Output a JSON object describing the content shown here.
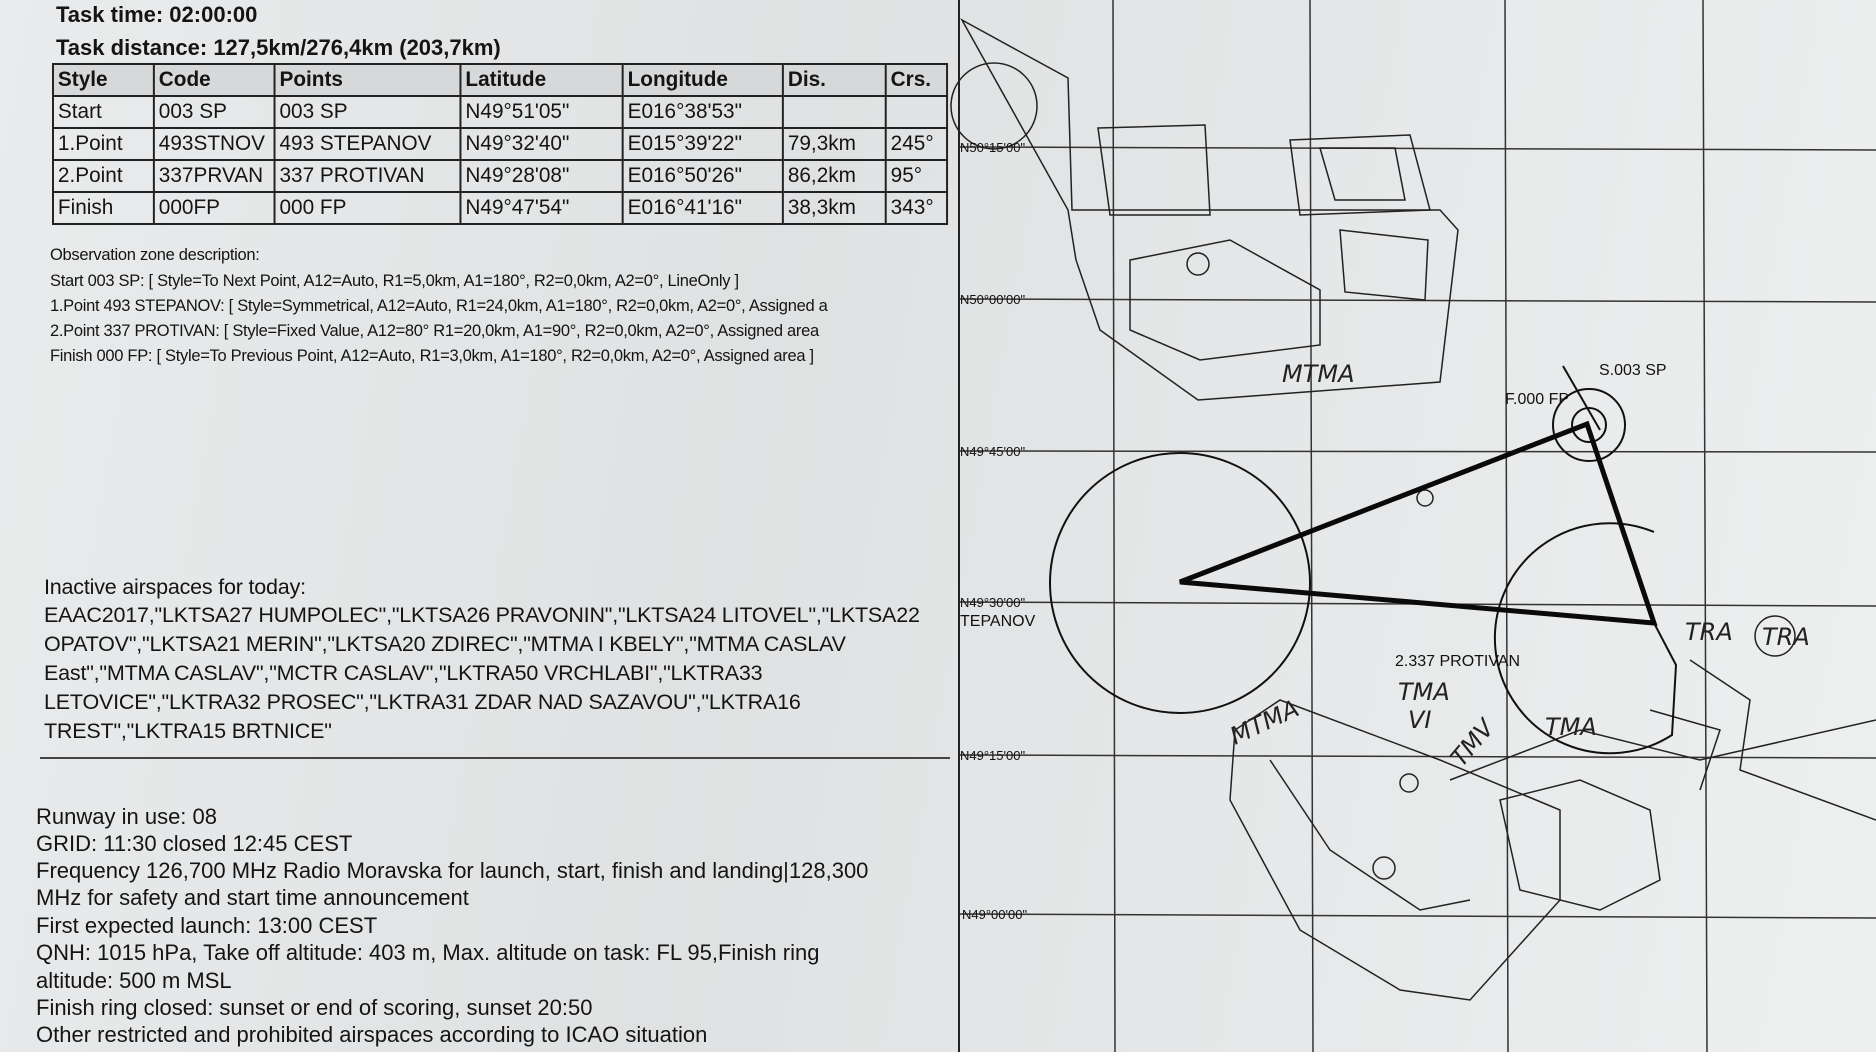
{
  "task": {
    "time": "Task time: 02:00:00",
    "distance": "Task distance: 127,5km/276,4km (203,7km)"
  },
  "table": {
    "headers": [
      "Style",
      "Code",
      "Points",
      "Latitude",
      "Longitude",
      "Dis.",
      "Crs."
    ],
    "rows": [
      [
        "Start",
        "003 SP",
        "003 SP",
        "N49°51'05\"",
        "E016°38'53\"",
        "",
        ""
      ],
      [
        "1.Point",
        "493STNOV",
        "493 STEPANOV",
        "N49°32'40\"",
        "E015°39'22\"",
        "79,3km",
        "245°"
      ],
      [
        "2.Point",
        "337PRVAN",
        "337 PROTIVAN",
        "N49°28'08\"",
        "E016°50'26\"",
        "86,2km",
        "95°"
      ],
      [
        "Finish",
        "000FP",
        "000 FP",
        "N49°47'54\"",
        "E016°41'16\"",
        "38,3km",
        "343°"
      ]
    ]
  },
  "observation": {
    "title": "Observation zone description:",
    "lines": [
      "Start 003 SP: [ Style=To Next Point, A12=Auto, R1=5,0km, A1=180°, R2=0,0km, A2=0°, LineOnly ]",
      "1.Point 493 STEPANOV: [ Style=Symmetrical, A12=Auto, R1=24,0km, A1=180°, R2=0,0km, A2=0°, Assigned a",
      "2.Point 337 PROTIVAN: [ Style=Fixed Value, A12=80° R1=20,0km, A1=90°, R2=0,0km, A2=0°, Assigned area",
      "Finish 000 FP: [ Style=To Previous Point, A12=Auto, R1=3,0km, A1=180°, R2=0,0km, A2=0°, Assigned area ]"
    ]
  },
  "inactive": {
    "title": "Inactive airspaces for today:",
    "lines": [
      "EAAC2017,\"LKTSA27 HUMPOLEC\",\"LKTSA26 PRAVONIN\",\"LKTSA24 LITOVEL\",\"LKTSA22",
      "OPATOV\",\"LKTSA21 MERIN\",\"LKTSA20 ZDIREC\",\"MTMA I KBELY\",\"MTMA CASLAV",
      "East\",\"MTMA CASLAV\",\"MCTR CASLAV\",\"LKTRA50 VRCHLABI\",\"LKTRA33",
      "LETOVICE\",\"LKTRA32 PROSEC\",\"LKTRA31 ZDAR NAD SAZAVOU\",\"LKTRA16",
      "TREST\",\"LKTRA15 BRTNICE\""
    ]
  },
  "notes": [
    "Runway in use: 08",
    "GRID: 11:30 closed 12:45 CEST",
    "Frequency 126,700 MHz Radio Moravska for launch, start, finish and landing|128,300",
    "MHz for safety and start time announcement",
    "First expected launch: 13:00 CEST",
    "QNH: 1015 hPa, Take off altitude: 403 m, Max. altitude on task: FL 95,Finish ring",
    "altitude: 500 m MSL",
    "Finish ring closed: sunset or end of scoring, sunset 20:50",
    "Other restricted and prohibited airspaces according to ICAO situation"
  ],
  "map": {
    "lat_labels": [
      "N50°15'00\"",
      "N50°00'00\"",
      "N49°45'00\"",
      "N49°30'00\"",
      "N49°15'00\"",
      "N49°00'00\""
    ],
    "start_label": "S.003 SP",
    "finish_label": "F.000 FP",
    "protivan_label": "2.337 PROTIVAN",
    "stepanov_label": "TEPANOV",
    "handwritten": [
      "MTMA",
      "MTMA",
      "TMA",
      "VI",
      "TMV",
      "TMA",
      "TRA",
      "TRA"
    ]
  }
}
